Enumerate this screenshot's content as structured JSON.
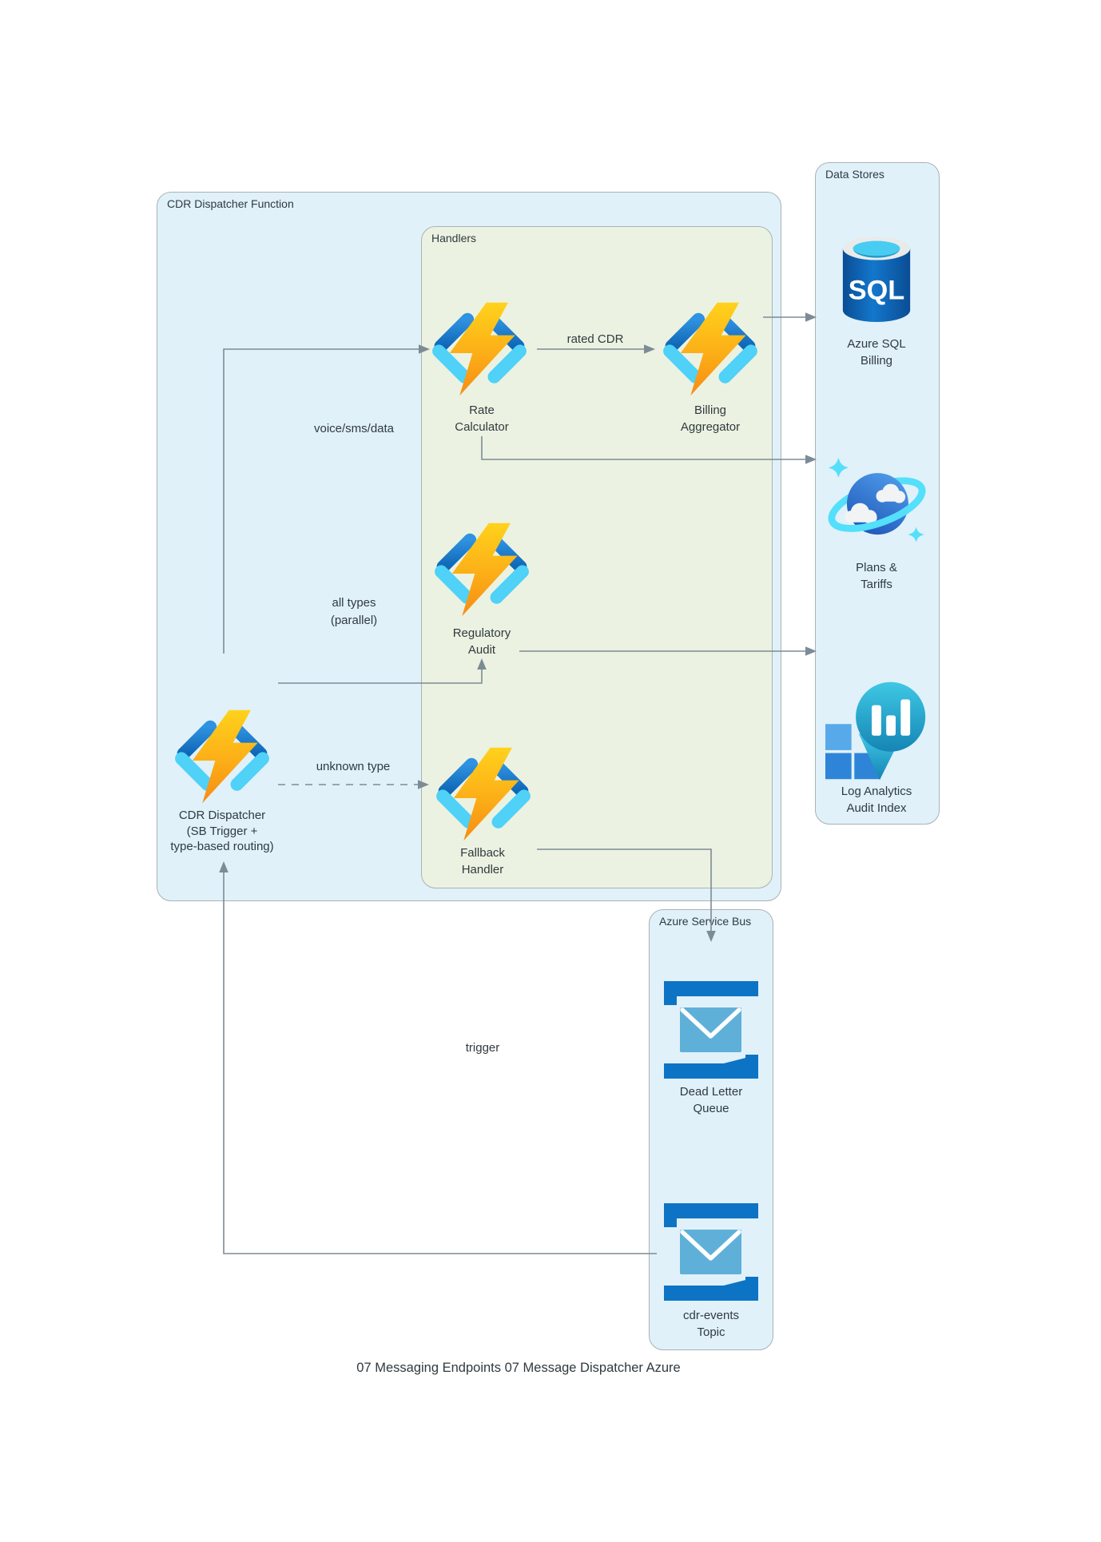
{
  "caption": {
    "text": "07 Messaging Endpoints 07 Message Dispatcher Azure"
  },
  "containers": {
    "cdr_function": {
      "label": "CDR Dispatcher Function"
    },
    "handlers": {
      "label": "Handlers"
    },
    "data_stores": {
      "label": "Data Stores"
    },
    "service_bus": {
      "label": "Azure Service Bus"
    }
  },
  "nodes": {
    "rate_calculator": {
      "lines": [
        "Rate",
        "Calculator"
      ]
    },
    "billing_aggregator": {
      "lines": [
        "Billing",
        "Aggregator"
      ]
    },
    "regulatory_audit": {
      "lines": [
        "Regulatory",
        "Audit"
      ]
    },
    "fallback_handler": {
      "lines": [
        "Fallback",
        "Handler"
      ]
    },
    "cdr_dispatcher": {
      "lines": [
        "CDR Dispatcher",
        "(SB Trigger +",
        "type-based routing)"
      ]
    }
  },
  "stores": {
    "azure_sql": {
      "lines": [
        "Azure SQL",
        "Billing"
      ],
      "icon_text": "SQL"
    },
    "plans_tariffs": {
      "lines": [
        "Plans &",
        "Tariffs"
      ]
    },
    "log_analytics": {
      "lines": [
        "Log Analytics",
        "Audit Index"
      ]
    }
  },
  "bus": {
    "dead_letter_queue": {
      "lines": [
        "Dead Letter",
        "Queue"
      ]
    },
    "cdr_events_topic": {
      "lines": [
        "cdr-events",
        "Topic"
      ]
    }
  },
  "edges": {
    "voice_sms_data": {
      "label": "voice/sms/data"
    },
    "rated_cdr": {
      "label": "rated CDR"
    },
    "all_types": {
      "lines": [
        "all types",
        "(parallel)"
      ]
    },
    "unknown_type": {
      "label": "unknown type"
    },
    "trigger": {
      "label": "trigger"
    }
  },
  "colors": {
    "page_bg": "#ffffff",
    "container_blue_fill": "#e0f1fa",
    "handlers_fill": "#ecf2e1",
    "container_border": "#a9b2b6",
    "connector": "#7d8b95",
    "text": "#2f3a40",
    "function_bracket_dark": "#1c7ed2",
    "function_bracket_light": "#4fd1f8",
    "bolt_yellow": "#ffd21c",
    "bolt_orange": "#f68c15",
    "sql_body_blue": "#0c5aa8",
    "sql_rim_silver": "#e9ebeb",
    "sql_inner_cyan": "#36b9e5",
    "bracket_blue": "#0d74c5",
    "envelope_blue": "#5fb0d8",
    "planet_blue_light": "#4f9ae8",
    "planet_blue_dark": "#1d55b8",
    "ring_cyan": "#54dffb",
    "log_teal_light": "#3fc8e4",
    "log_teal_dark": "#1585b5",
    "square_blue": "#2e85d8",
    "square_blue_light": "#58a9ea"
  }
}
